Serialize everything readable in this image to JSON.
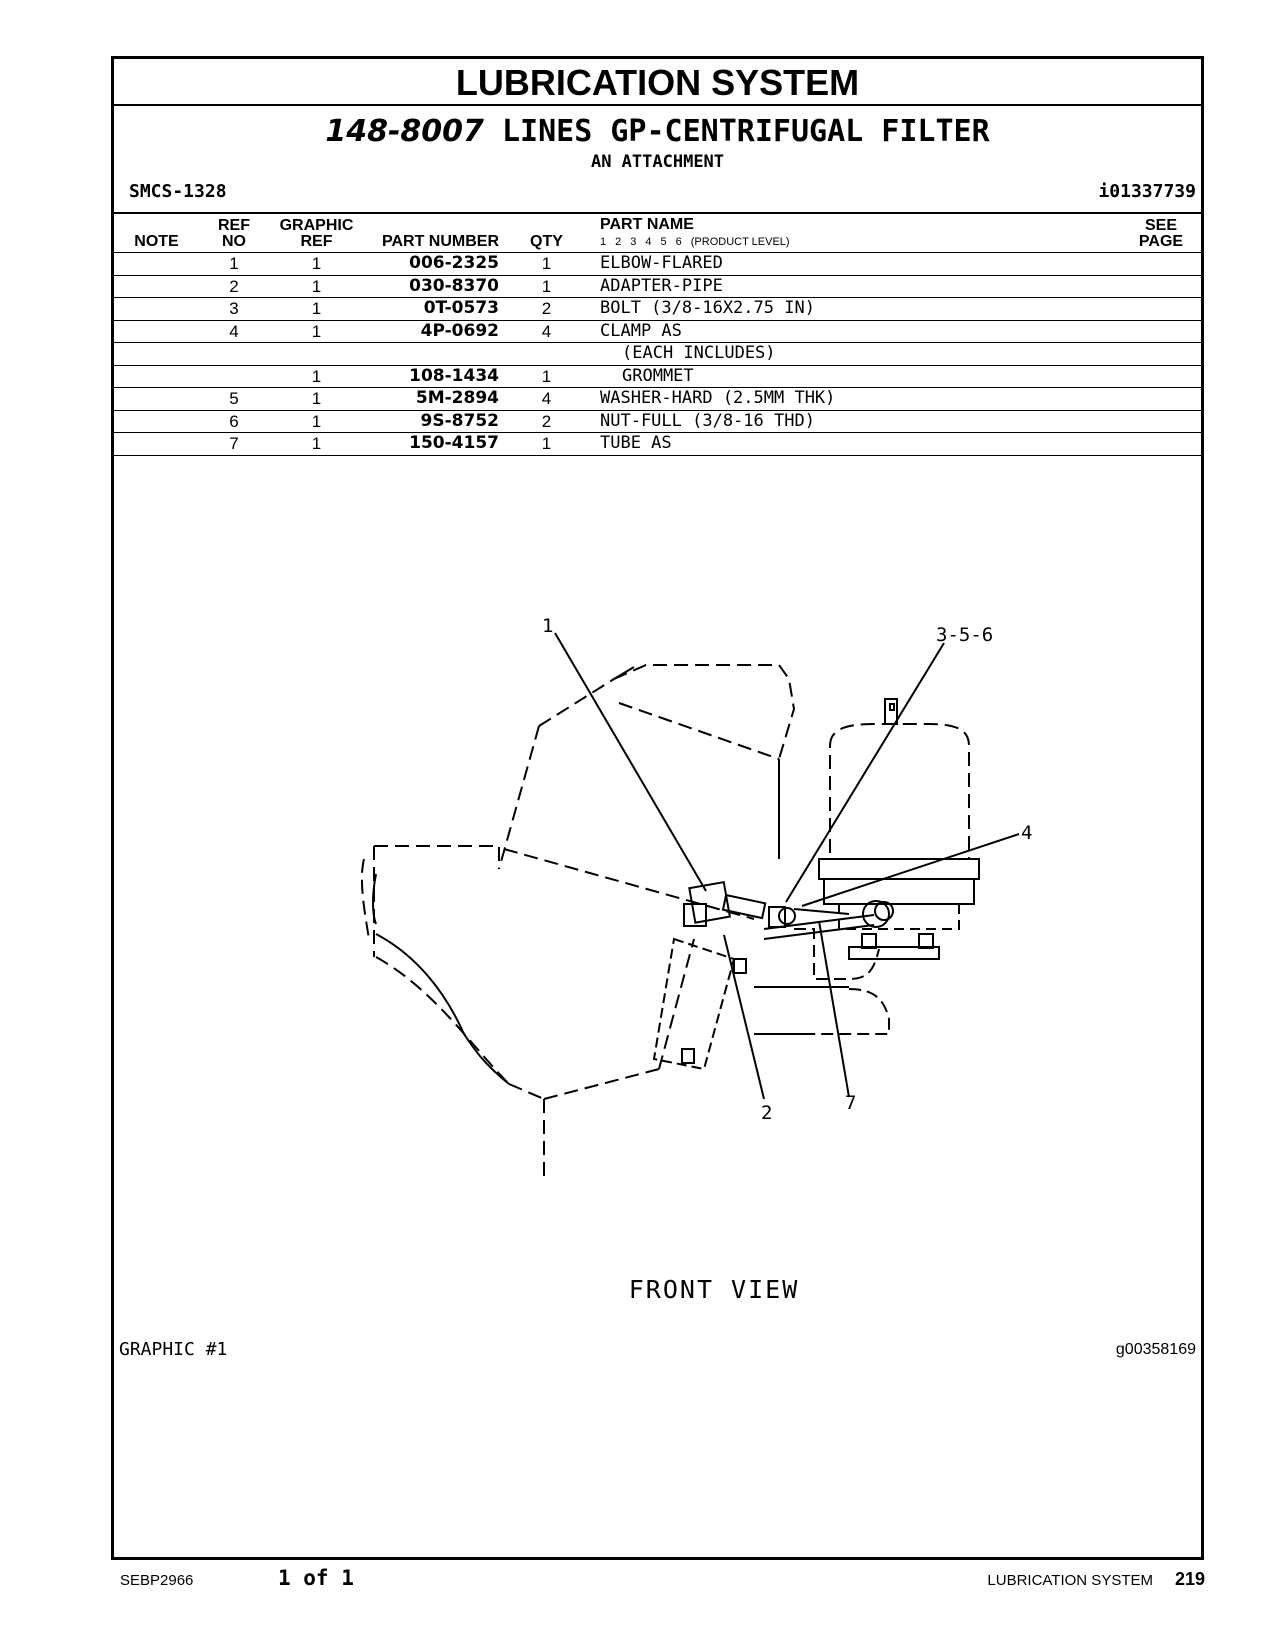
{
  "header": {
    "section_title": "LUBRICATION SYSTEM",
    "group_part_number": "148-8007",
    "group_name": "LINES GP-CENTRIFUGAL FILTER",
    "group_subtitle": "AN ATTACHMENT",
    "smcs": "SMCS-1328",
    "ident": "i01337739"
  },
  "table": {
    "col_note": "NOTE",
    "col_ref_1": "REF",
    "col_ref_2": "NO",
    "col_graphic_1": "GRAPHIC",
    "col_graphic_2": "REF",
    "col_part_number": "PART NUMBER",
    "col_qty": "QTY",
    "col_part_name": "PART NAME",
    "product_levels": [
      "1",
      "2",
      "3",
      "4",
      "5",
      "6"
    ],
    "product_level_label": "(PRODUCT LEVEL)",
    "col_see_1": "SEE",
    "col_see_2": "PAGE",
    "rows": [
      {
        "ref": "1",
        "graphic": "1",
        "part_number": "006-2325",
        "qty": "1",
        "name": "ELBOW-FLARED"
      },
      {
        "ref": "2",
        "graphic": "1",
        "part_number": "030-8370",
        "qty": "1",
        "name": "ADAPTER-PIPE"
      },
      {
        "ref": "3",
        "graphic": "1",
        "part_number": "0T-0573",
        "qty": "2",
        "name": "BOLT (3/8-16X2.75 IN)"
      },
      {
        "ref": "4",
        "graphic": "1",
        "part_number": "4P-0692",
        "qty": "4",
        "name": "CLAMP AS"
      },
      {
        "ref": "",
        "graphic": "",
        "part_number": "",
        "qty": "",
        "name": "(EACH INCLUDES)"
      },
      {
        "ref": "",
        "graphic": "1",
        "part_number": "108-1434",
        "qty": "1",
        "name": "GROMMET"
      },
      {
        "ref": "5",
        "graphic": "1",
        "part_number": "5M-2894",
        "qty": "4",
        "name": "WASHER-HARD (2.5MM THK)"
      },
      {
        "ref": "6",
        "graphic": "1",
        "part_number": "9S-8752",
        "qty": "2",
        "name": "NUT-FULL (3/8-16 THD)"
      },
      {
        "ref": "7",
        "graphic": "1",
        "part_number": "150-4157",
        "qty": "1",
        "name": "TUBE AS"
      }
    ]
  },
  "graphic": {
    "callouts": [
      "1",
      "3-5-6",
      "4",
      "2",
      "7"
    ],
    "view_caption": "FRONT VIEW",
    "label": "GRAPHIC #1",
    "id": "g00358169"
  },
  "footer": {
    "doc_id": "SEBP2966",
    "page_of": "1 of 1",
    "section": "LUBRICATION SYSTEM",
    "page_number": "219"
  }
}
